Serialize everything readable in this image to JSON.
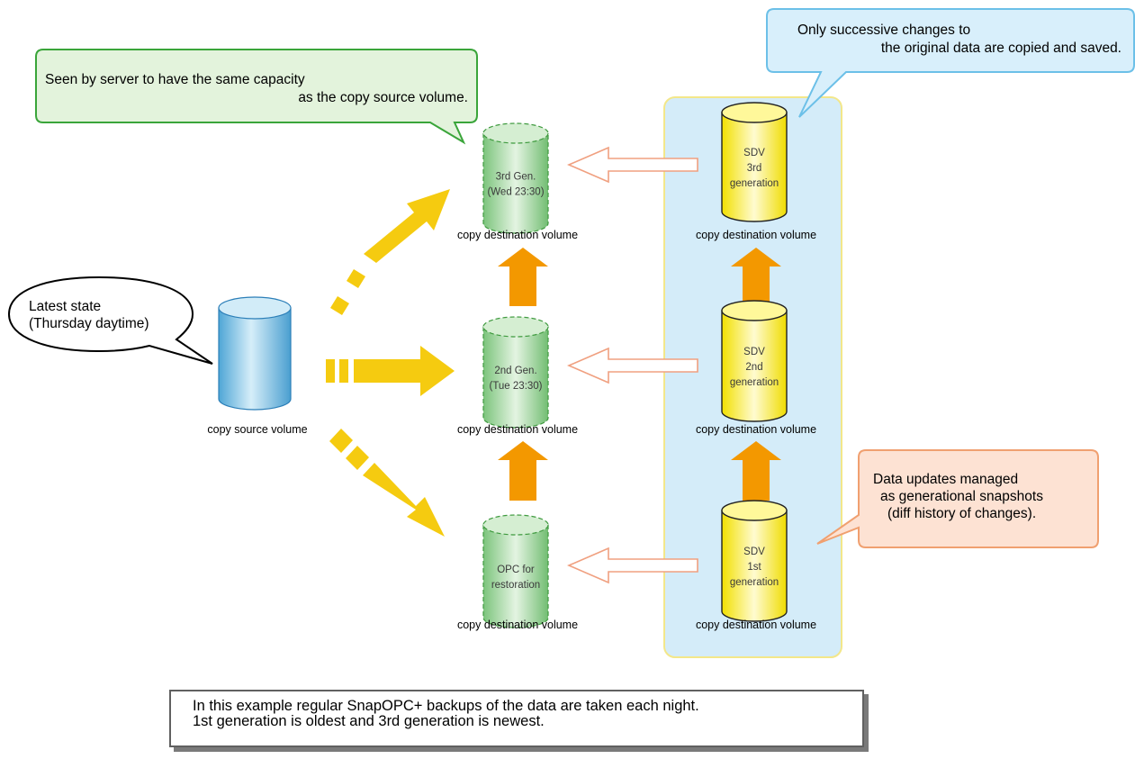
{
  "callouts": {
    "green": [
      "Seen by server to have the same capacity",
      "as the copy source volume."
    ],
    "blue": [
      "Only successive changes to",
      "the original data are copied and saved."
    ],
    "source": [
      "Latest state",
      "(Thursday daytime)"
    ],
    "orange": [
      "Data updates managed",
      "as generational snapshots",
      "(diff history of changes)."
    ]
  },
  "source_volume": {
    "caption": "copy source volume"
  },
  "destination_volumes": [
    {
      "label_lines": [
        "3rd Gen.",
        "(Wed 23:30)"
      ],
      "caption": "copy destination volume"
    },
    {
      "label_lines": [
        "2nd Gen.",
        "(Tue 23:30)"
      ],
      "caption": "copy destination volume"
    },
    {
      "label_lines": [
        "OPC for",
        "restoration"
      ],
      "caption": "copy destination volume"
    }
  ],
  "sdv_volumes": [
    {
      "label_lines": [
        "SDV",
        "3rd",
        "generation"
      ],
      "caption": "copy destination volume"
    },
    {
      "label_lines": [
        "SDV",
        "2nd",
        "generation"
      ],
      "caption": "copy destination volume"
    },
    {
      "label_lines": [
        "SDV",
        "1st",
        "generation"
      ],
      "caption": "copy destination volume"
    }
  ],
  "note": [
    "In this example regular SnapOPC+ backups of the data are taken each night.",
    "1st generation is oldest and 3rd generation is newest."
  ],
  "colors": {
    "green_callout_border": "#3aa53a",
    "green_callout_fill": "#e3f3dc",
    "blue_callout_border": "#6cc0e8",
    "blue_callout_fill": "#d8effb",
    "orange_callout_border": "#f0a070",
    "orange_callout_fill": "#fde2d3",
    "sdv_panel_fill": "#d4ecf9",
    "sdv_panel_border": "#f3e78a",
    "yellow_arrow": "#f5cb10",
    "orange_arrow": "#f39800",
    "hollow_arrow_stroke": "#f0a080"
  },
  "icons": [
    "cylinder-volume-icon",
    "dashed-cylinder-volume-icon",
    "hollow-arrow-icon",
    "block-arrow-icon"
  ]
}
